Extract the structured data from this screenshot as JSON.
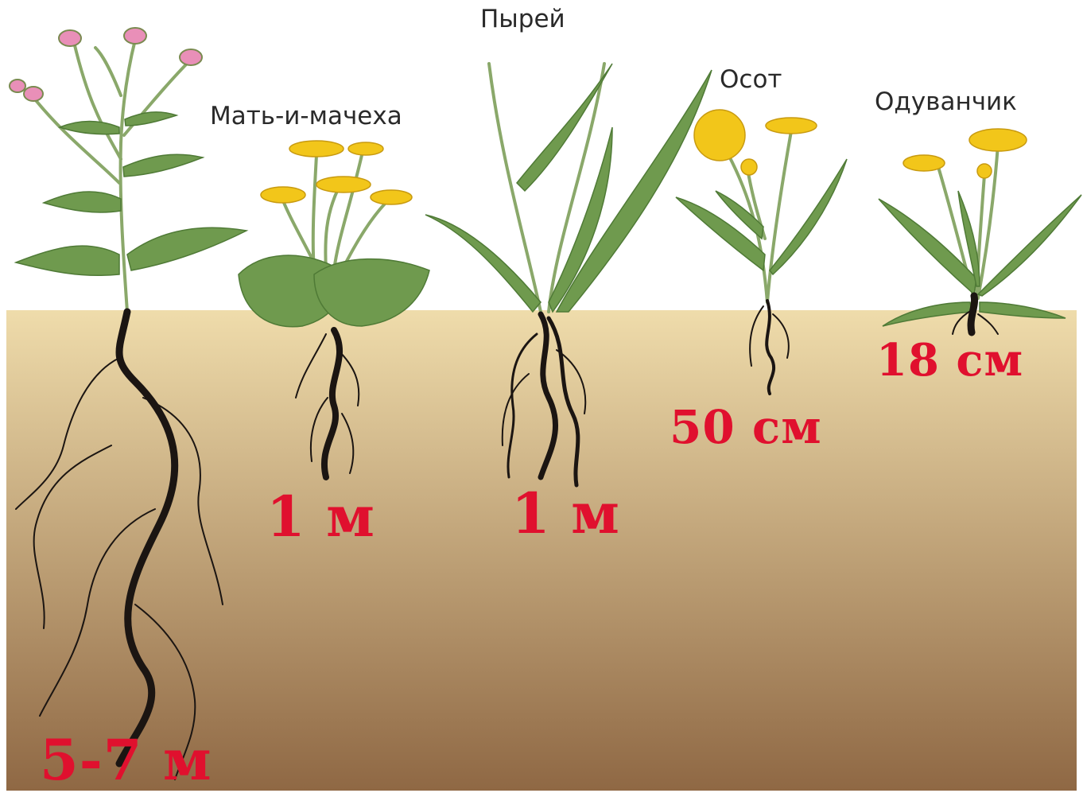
{
  "colors": {
    "soil_top": "#efdcab",
    "soil_bottom": "#8f6844",
    "root": "#1b1512",
    "depth_label": "#e0102e",
    "leaf": "#6f9a4e",
    "stem": "#8aa86a",
    "thistle_flower": "#e98fb8",
    "yellow_flower": "#f2c61a"
  },
  "plants": [
    {
      "id": "thistle",
      "name": "",
      "depth": "5-7 м"
    },
    {
      "id": "coltsfoot",
      "name": "Мать-и-мачеха",
      "depth": "1 м"
    },
    {
      "id": "couch-grass",
      "name": "Пырей",
      "depth": "1 м"
    },
    {
      "id": "sow-thistle",
      "name": "Осот",
      "depth": "50 см"
    },
    {
      "id": "dandelion",
      "name": "Одуванчик",
      "depth": "18 см"
    }
  ]
}
